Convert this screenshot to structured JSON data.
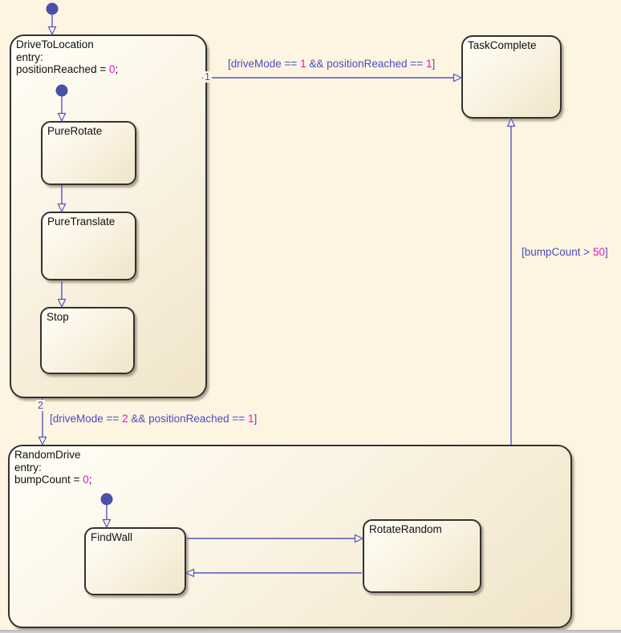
{
  "colors": {
    "canvas_bg": "#fdf4e1",
    "transition_blue": "#4b4dc1",
    "keyword_magenta": "#dd16c8",
    "state_border": "#323232",
    "initial_dot": "#4a4fa8"
  },
  "states": {
    "driveToLocation": {
      "name": "DriveToLocation",
      "entry_keyword": "entry:",
      "action": {
        "prefix": "positionReached = ",
        "num": "0",
        "suffix": ";"
      }
    },
    "pureRotate": {
      "name": "PureRotate"
    },
    "pureTranslate": {
      "name": "PureTranslate"
    },
    "stop": {
      "name": "Stop"
    },
    "taskComplete": {
      "name": "TaskComplete"
    },
    "randomDrive": {
      "name": "RandomDrive",
      "entry_keyword": "entry:",
      "action": {
        "prefix": "bumpCount = ",
        "num": "0",
        "suffix": ";"
      }
    },
    "findWall": {
      "name": "FindWall"
    },
    "rotateRandom": {
      "name": "RotateRandom"
    }
  },
  "transitions": {
    "driveToTask": {
      "order_label": "1",
      "cond": {
        "prefix": "[driveMode == ",
        "num1": "1",
        "mid": " && positionReached == ",
        "num2": "1",
        "suffix": "]"
      }
    },
    "driveToRandom": {
      "order_label": "2",
      "cond": {
        "prefix": "[driveMode == ",
        "num1": "2",
        "mid": " && positionReached == ",
        "num2": "1",
        "suffix": "]"
      }
    },
    "randomToTask": {
      "cond": {
        "prefix": "[bumpCount > ",
        "num": "50",
        "suffix": "]"
      }
    }
  }
}
